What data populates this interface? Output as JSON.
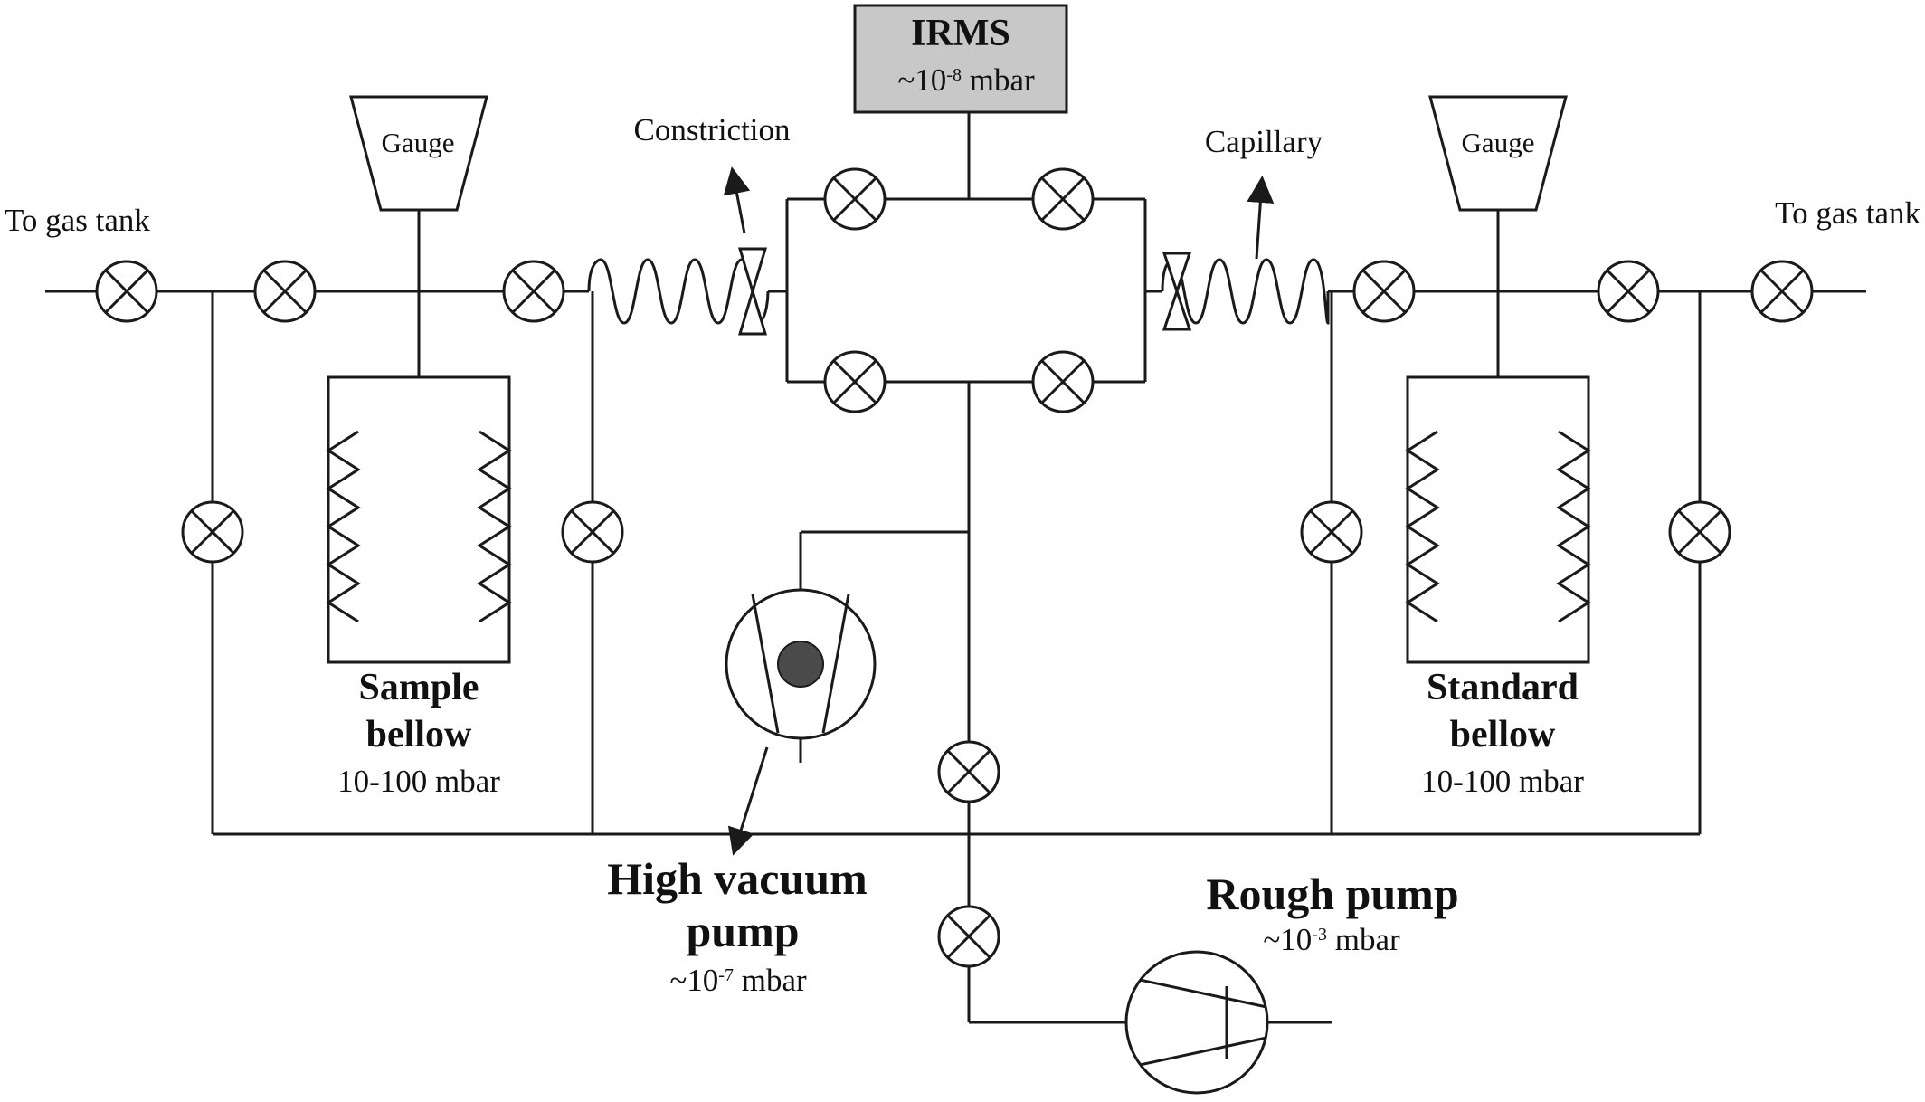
{
  "irms": {
    "title": "IRMS",
    "pressure_prefix": "~10",
    "pressure_exp": "-8",
    "pressure_unit": " mbar",
    "fill_color": "#c8c8c8"
  },
  "labels": {
    "to_gas_tank_left": "To gas tank",
    "to_gas_tank_right": "To gas tank",
    "gauge_left": "Gauge",
    "gauge_right": "Gauge",
    "constriction": "Constriction",
    "capillary": "Capillary"
  },
  "sample_bellow": {
    "line1": "Sample",
    "line2": "bellow",
    "pressure": "10-100 mbar"
  },
  "standard_bellow": {
    "line1": "Standard",
    "line2": "bellow",
    "pressure": "10-100 mbar"
  },
  "high_vacuum_pump": {
    "line1": "High vacuum",
    "line2": "pump",
    "pressure_prefix": "~10",
    "pressure_exp": "-7",
    "pressure_unit": " mbar",
    "rotor_color": "#4a4a4a"
  },
  "rough_pump": {
    "title": "Rough pump",
    "pressure_prefix": "~10",
    "pressure_exp": "-3",
    "pressure_unit": " mbar"
  }
}
